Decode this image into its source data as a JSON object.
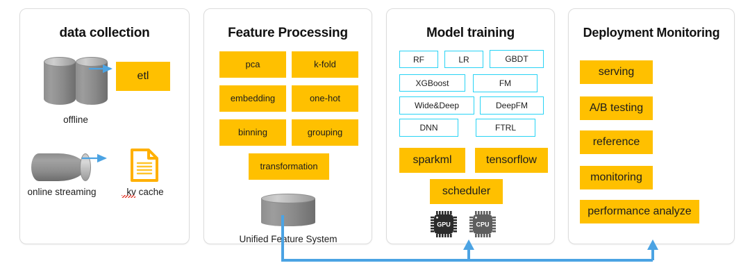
{
  "diagram": {
    "title_semantics": "ml-platform-architecture",
    "accent_yellow": "#FFC000",
    "accent_cyan": "#27D3F5",
    "accent_blue": "#4BA3E3"
  },
  "panels": [
    {
      "id": "data-collection",
      "title": "data collection",
      "captions": [
        {
          "text": "offline"
        },
        {
          "text": "online streaming"
        },
        {
          "text": "kv cache"
        }
      ],
      "boxes": [
        {
          "text": "etl",
          "style": "yellow"
        }
      ],
      "icons": [
        {
          "name": "database-cylinder-icon"
        },
        {
          "name": "database-cylinder-icon"
        },
        {
          "name": "stream-cylinder-icon"
        },
        {
          "name": "document-icon"
        },
        {
          "name": "arrow-right-icon"
        },
        {
          "name": "arrow-right-icon"
        }
      ]
    },
    {
      "id": "feature-processing",
      "title": "Feature Processing",
      "boxes": [
        {
          "text": "pca"
        },
        {
          "text": "k-fold"
        },
        {
          "text": "embedding"
        },
        {
          "text": "one-hot"
        },
        {
          "text": "binning"
        },
        {
          "text": "grouping"
        },
        {
          "text": "transformation"
        }
      ],
      "captions": [
        {
          "text": "Unified Feature System"
        }
      ],
      "icons": [
        {
          "name": "database-cylinder-icon"
        }
      ]
    },
    {
      "id": "model-training",
      "title": "Model training",
      "algorithms": [
        {
          "text": "RF"
        },
        {
          "text": "LR"
        },
        {
          "text": "GBDT"
        },
        {
          "text": "XGBoost"
        },
        {
          "text": "FM"
        },
        {
          "text": "Wide&Deep"
        },
        {
          "text": "DeepFM"
        },
        {
          "text": "DNN"
        },
        {
          "text": "FTRL"
        }
      ],
      "frameworks": [
        {
          "text": "sparkml"
        },
        {
          "text": "tensorflow"
        },
        {
          "text": "scheduler"
        }
      ],
      "hardware": [
        {
          "label": "GPU",
          "color": "#2b2b2b"
        },
        {
          "label": "CPU",
          "color": "#5e5e5e"
        }
      ]
    },
    {
      "id": "deployment-monitoring",
      "title": "Deployment Monitoring",
      "boxes": [
        {
          "text": "serving"
        },
        {
          "text": "A/B testing"
        },
        {
          "text": "reference"
        },
        {
          "text": "monitoring"
        },
        {
          "text": "performance analyze"
        }
      ]
    }
  ],
  "connector": {
    "name": "feedback-arrow",
    "description": "Unified Feature System feeds back to Model training and Deployment Monitoring",
    "color": "#4BA3E3"
  }
}
